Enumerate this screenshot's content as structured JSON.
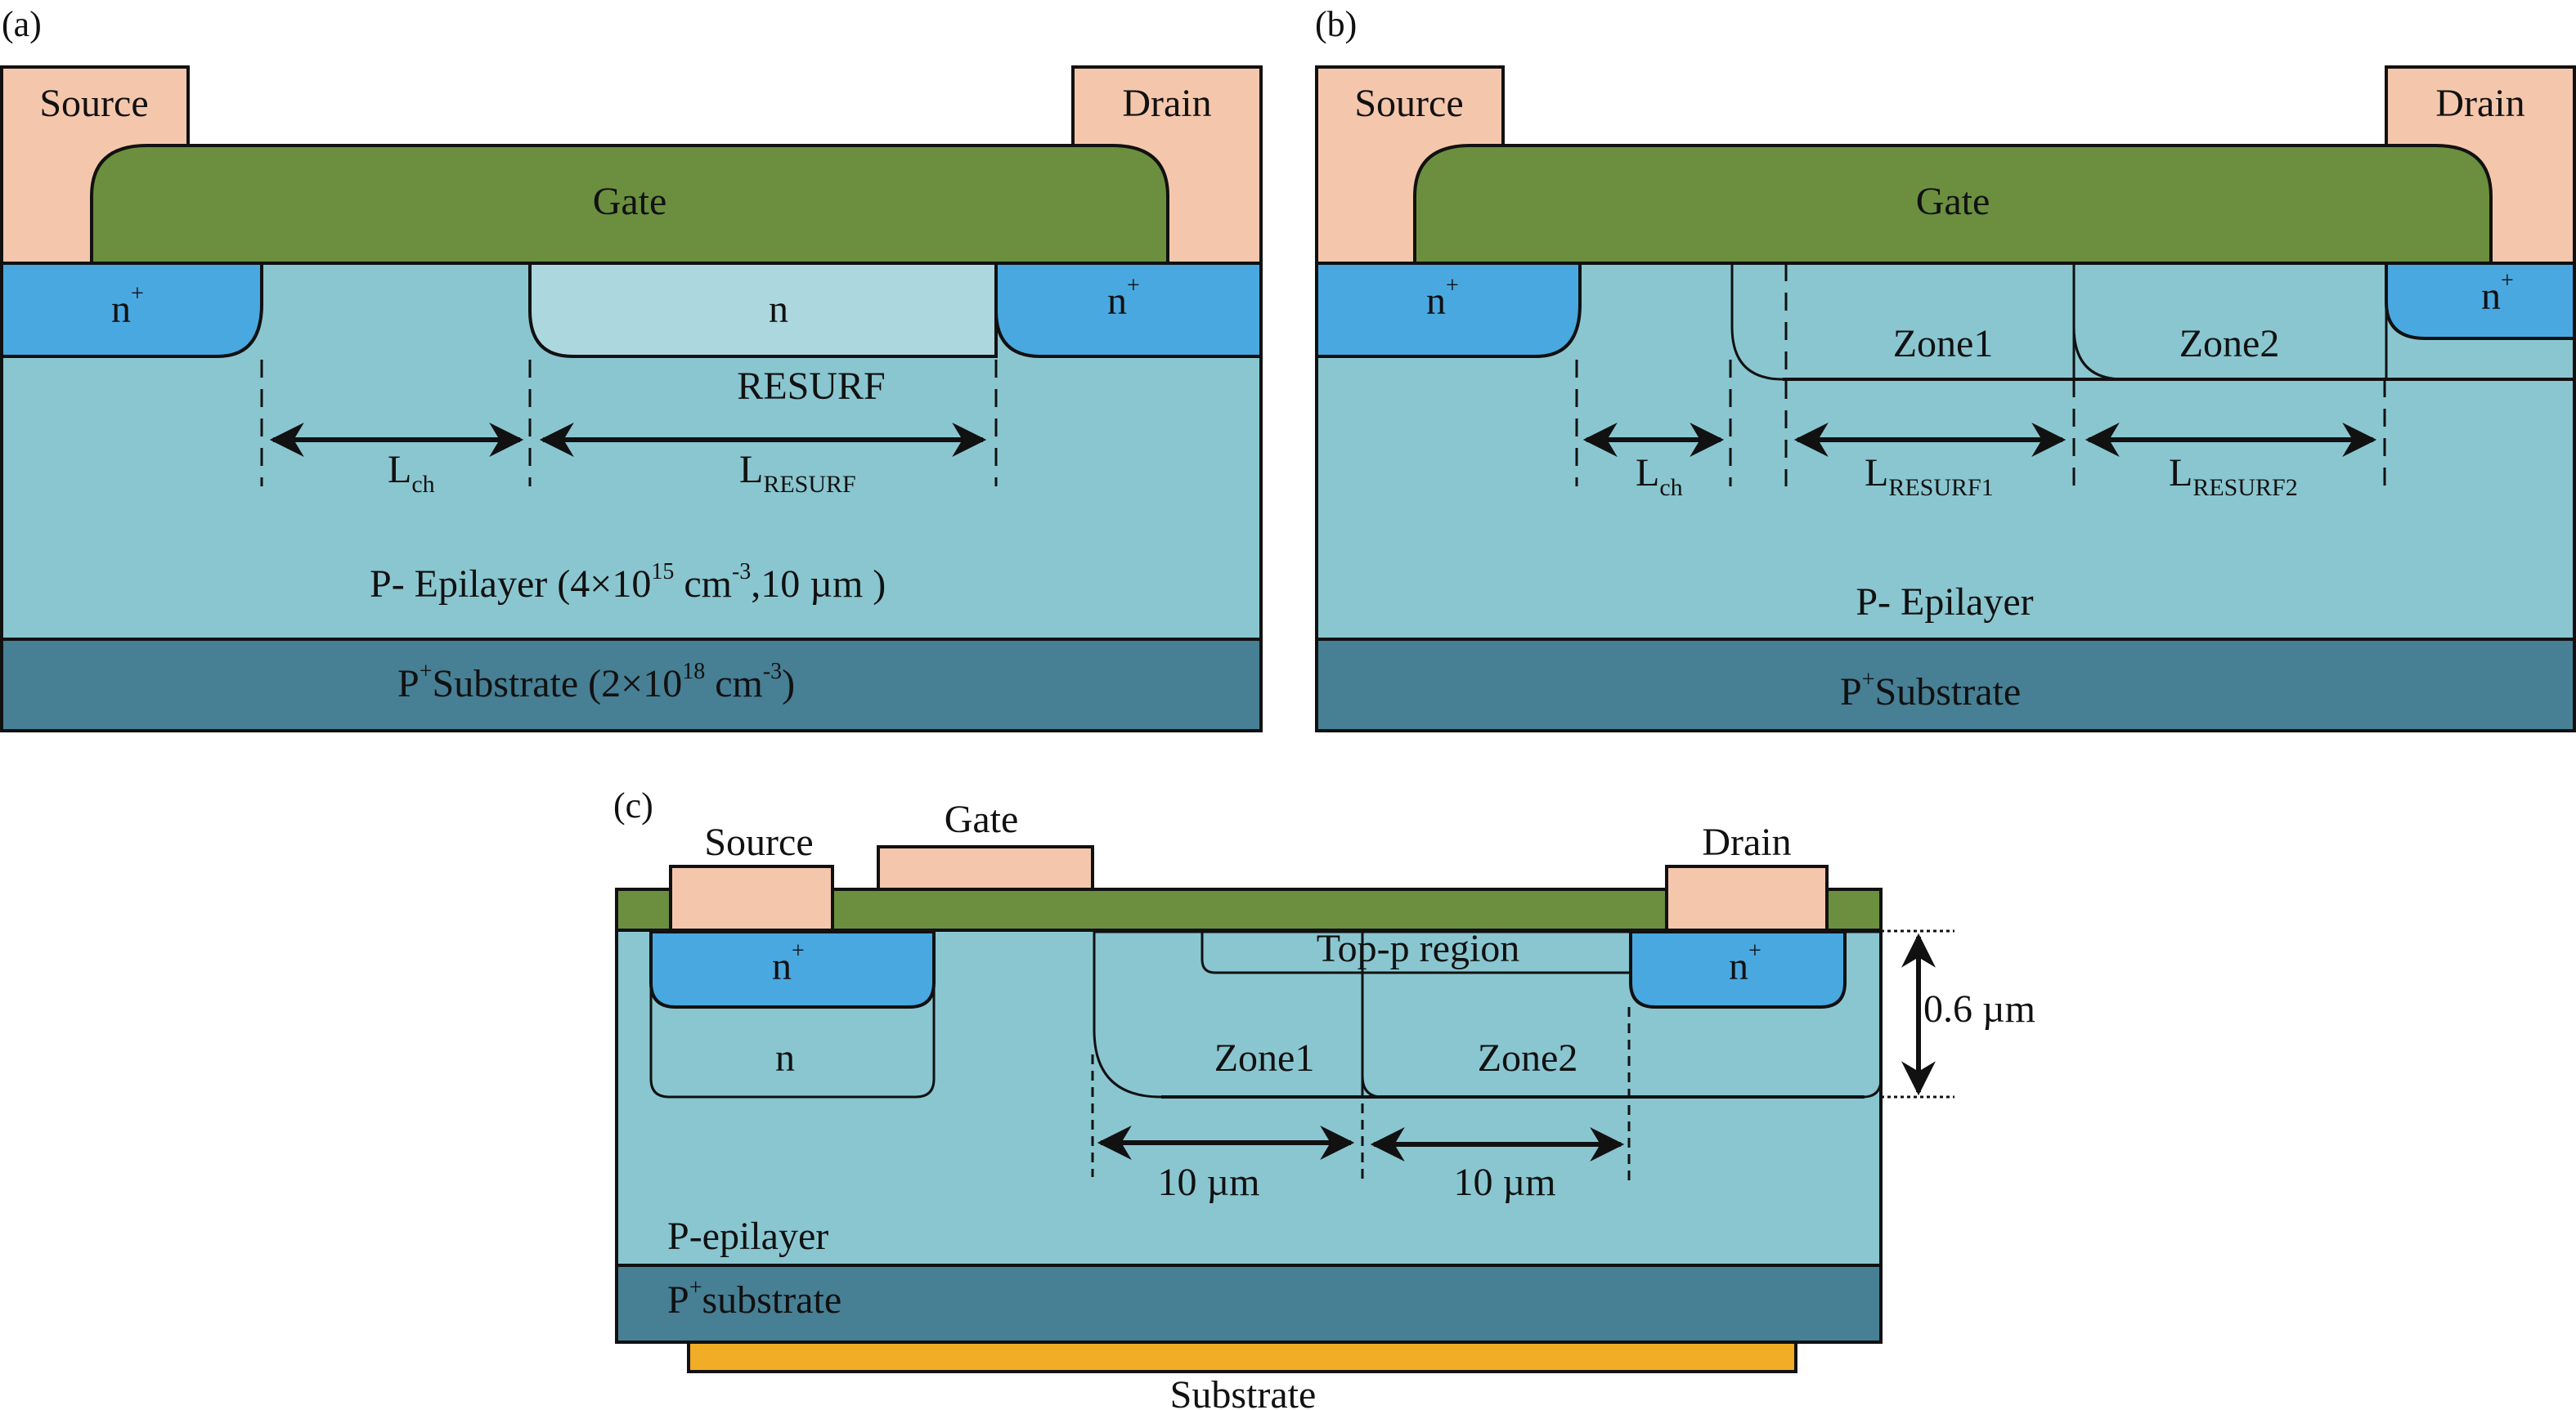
{
  "colors": {
    "metal": "#f4c7ad",
    "gate": "#6b8f3f",
    "n_plus": "#4aa8e0",
    "epilayer": "#8ac6d0",
    "n_light": "#acd7de",
    "substrate": "#477f94",
    "top_p": "#f2d984",
    "back_substrate": "#f0ad25"
  },
  "panel_a": {
    "label": "(a)",
    "source": "Source",
    "drain": "Drain",
    "gate": "Gate",
    "n_plus_left": "n",
    "n_plus_right": "n",
    "plus": "+",
    "n_region": "n",
    "resurf": "RESURF",
    "lch_main": "L",
    "lch_sub": "ch",
    "lresurf_main": "L",
    "lresurf_sub": "RESURF",
    "epilayer_text_1": "P- Epilayer (4×10",
    "epilayer_sup_1": "15",
    "epilayer_text_2": " cm",
    "epilayer_sup_2": "-3",
    "epilayer_text_3": ",10 µm )",
    "substrate_text_1": "P",
    "substrate_sup_1": "+",
    "substrate_text_2": "Substrate (2×10",
    "substrate_sup_2": "18",
    "substrate_text_3": " cm",
    "substrate_sup_3": "-3",
    "substrate_text_4": ")"
  },
  "panel_b": {
    "label": "(b)",
    "source": "Source",
    "drain": "Drain",
    "gate": "Gate",
    "n_plus_left": "n",
    "n_plus_right": "n",
    "plus": "+",
    "zone1": "Zone1",
    "zone2": "Zone2",
    "lch_main": "L",
    "lch_sub": "ch",
    "lresurf1_main": "L",
    "lresurf1_sub": "RESURF1",
    "lresurf2_main": "L",
    "lresurf2_sub": "RESURF2",
    "epilayer": "P- Epilayer",
    "substrate_p": "P",
    "substrate_sup": "+",
    "substrate_text": "Substrate"
  },
  "panel_c": {
    "label": "(c)",
    "source": "Source",
    "gate": "Gate",
    "drain": "Drain",
    "n_plus_left": "n",
    "n_plus_right": "n",
    "plus": "+",
    "n_region": "n",
    "top_p": "Top-p region",
    "zone1": "Zone1",
    "zone2": "Zone2",
    "depth": "0.6 µm",
    "zone1_length": "10 µm",
    "zone2_length": "10 µm",
    "epilayer": "P-epilayer",
    "substrate_p": "P",
    "substrate_sup": "+",
    "substrate_text": "substrate",
    "back_substrate": "Substrate"
  }
}
